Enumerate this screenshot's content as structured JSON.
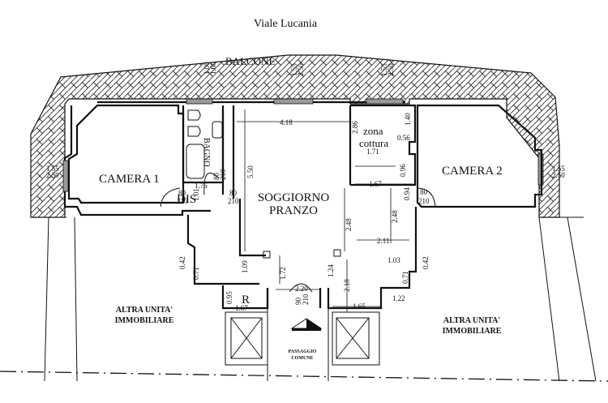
{
  "street_label": "Viale Lucania",
  "rooms": {
    "balcone": "BALCONE",
    "bagno": "BAGNO",
    "camera1": "CAMERA 1",
    "camera2": "CAMERA 2",
    "dis": "DIS",
    "soggiorno_line1": "SOGGIORNO",
    "soggiorno_line2": "PRANZO",
    "zona_line1": "zona",
    "zona_line2": "cottura",
    "ripostiglio": "R",
    "altra_left_line1": "ALTRA UNITA'",
    "altra_left_line2": "IMMOBILIARE",
    "altra_right_line1": "ALTRA UNITA'",
    "altra_right_line2": "IMMOBILIARE",
    "passaggio_line1": "PASSAGGIO",
    "passaggio_line2": "COMUNE"
  },
  "dimensions": {
    "win_bagno_top": "1.00",
    "win_bagno_bottom": "1.60",
    "win_sogg_top": "1.55",
    "win_sogg_bottom": "2.50",
    "win_cucina_top": "1.55",
    "win_cucina_bottom": "2.50",
    "win_cam1_top": "1.55",
    "win_cam1_bottom": "2.50",
    "win_cam2_top": "1.55",
    "win_cam2_bottom": "2.50",
    "sogg_width": "4.18",
    "sogg_depth": "5.50",
    "zona_depth": "2.86",
    "zona_width": "1.71",
    "zona_1_40": "1.40",
    "zona_0_56": "0.56",
    "zona_0_96": "0.96",
    "zona_1_67": "1.67",
    "door_cam2_top": "80",
    "door_cam2_bottom": "210",
    "door_cam2_094": "0.94",
    "door_cam1_top": "80",
    "door_cam1_bottom": "210",
    "door_bagno_top": "80",
    "door_bagno_bottom": "210",
    "door_dis_top": "80",
    "door_dis_bottom": "210",
    "dis_width": "1.76",
    "dis_depth": "1.01",
    "sogg_2_48_a": "2.48",
    "sogg_2_48_b": "2.48",
    "sogg_2_11": "2.11",
    "sogg_1_03": "1.03",
    "left_0_42": "0.42",
    "right_0_42": "0.42",
    "left_0_71": "0.71",
    "right_0_71": "0.71",
    "d_1_09": "1.09",
    "d_1_72": "1.72",
    "d_1_24": "1.24",
    "d_2_18": "2.18",
    "d_2_20": "2.20",
    "entry_door_top": "90",
    "entry_door_bottom": "210",
    "d_1_65": "1.65",
    "d_1_22": "1.22",
    "r_0_95": "0.95",
    "r_1_67": "1.67"
  }
}
